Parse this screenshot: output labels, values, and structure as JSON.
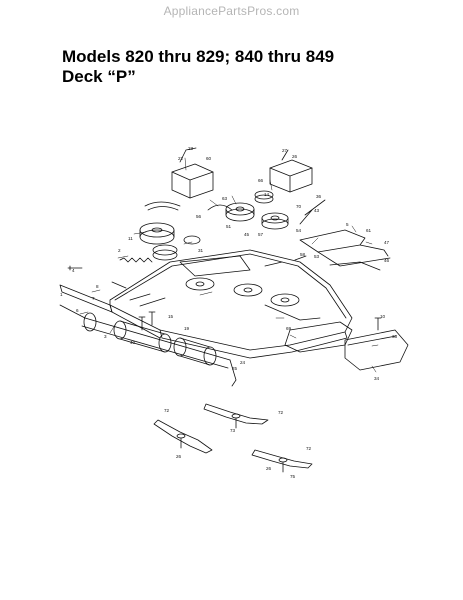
{
  "watermark": "AppliancePartsPros.com",
  "title": {
    "line1": "Models 820 thru 829; 840 thru 849",
    "line2": "Deck “P”"
  },
  "diagram": {
    "part_labels": {
      "p1": "4",
      "p2": "1",
      "p3": "6",
      "p4": "7",
      "p5": "3",
      "p6": "40",
      "p7": "2",
      "p8": "8",
      "p9": "22",
      "p10": "23",
      "p11": "60",
      "p12": "27",
      "p13": "26",
      "p14": "66",
      "p15": "14",
      "p16": "63",
      "p17": "51",
      "p18": "56",
      "p19": "11",
      "p20": "31",
      "p21": "45",
      "p22": "57",
      "p23": "70",
      "p24": "43",
      "p25": "54",
      "p26": "36",
      "p27": "58",
      "p28": "53",
      "p29": "5",
      "p30": "61",
      "p31": "47",
      "p32": "46",
      "p33": "19",
      "p34": "15",
      "p35": "25",
      "p36": "24",
      "p37": "69",
      "p38": "10",
      "p39": "34",
      "p40": "33",
      "b1": "72",
      "b2": "26",
      "b3": "72",
      "b4": "73",
      "b5": "72",
      "b6": "26",
      "b7": "75"
    }
  }
}
